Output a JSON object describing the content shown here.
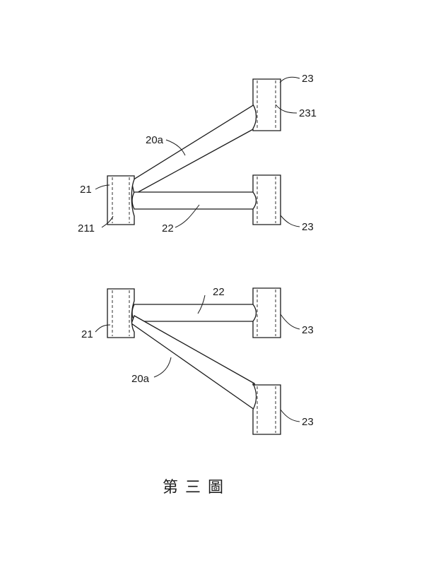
{
  "caption": "第三圖",
  "labels": {
    "top": {
      "connector_upper": "23",
      "connector_upper_inner": "231",
      "tube_diagonal": "20a",
      "hub": "21",
      "hub_inner": "211",
      "tube_straight": "22",
      "connector_lower": "23"
    },
    "bottom": {
      "tube_straight": "22",
      "hub": "21",
      "connector_upper": "23",
      "tube_diagonal": "20a",
      "connector_lower": "23"
    }
  },
  "colors": {
    "line": "#1a1a1a",
    "background": "#ffffff"
  }
}
